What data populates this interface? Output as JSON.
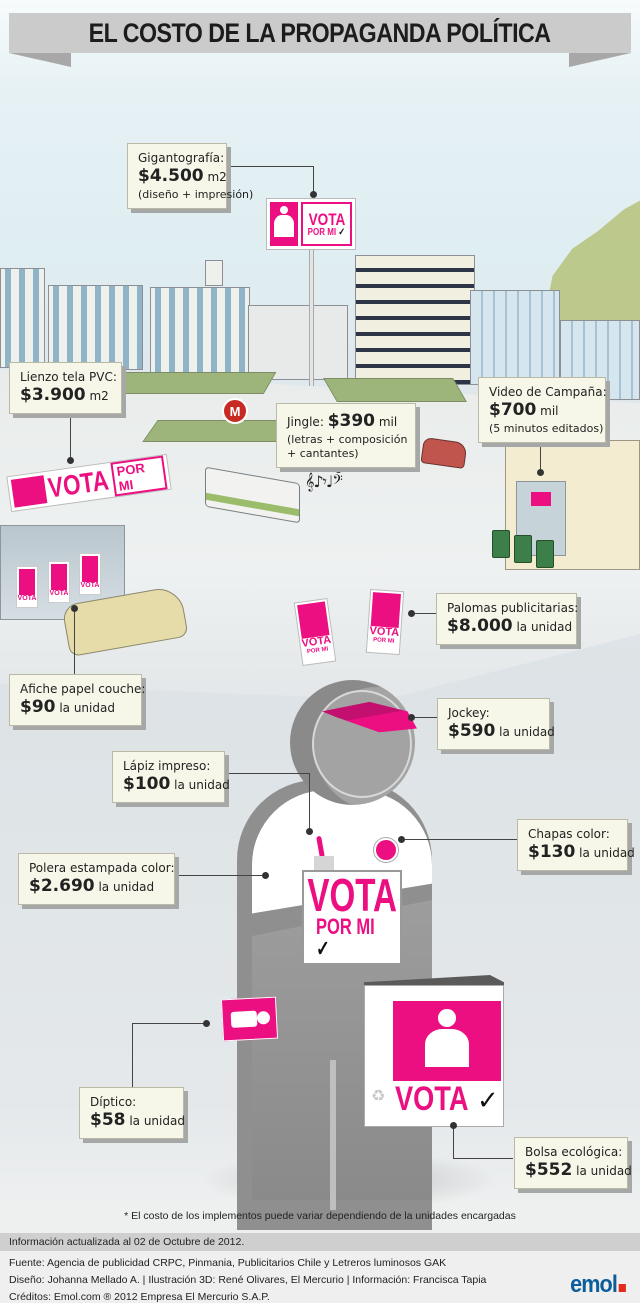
{
  "title": "EL COSTO DE LA PROPAGANDA POLÍTICA",
  "colors": {
    "accent_pink": "#ec0f82",
    "callout_bg": "#f7f7e9",
    "ribbon_bg": "#cbcbcb",
    "emol_blue": "#0b5d9b",
    "emol_red": "#e42a1d"
  },
  "signage": {
    "vota": "VOTA",
    "por_mi": "POR MI",
    "check": "✓"
  },
  "callouts": [
    {
      "id": "gigantografia",
      "label": "Gigantografía:",
      "price": "$4.500",
      "unit": "m2",
      "note": "(diseño + impresión)"
    },
    {
      "id": "lienzo",
      "label": "Lienzo tela PVC:",
      "price": "$3.900",
      "unit": "m2",
      "note": ""
    },
    {
      "id": "jingle",
      "label": "Jingle:",
      "price": "$390",
      "unit": "mil",
      "note": "(letras + composición",
      "note2": "+ cantantes)"
    },
    {
      "id": "video",
      "label": "Video de Campaña:",
      "price": "$700",
      "unit": "mil",
      "note": "(5 minutos editados)"
    },
    {
      "id": "palomas",
      "label": "Palomas publicitarias:",
      "price": "$8.000",
      "unit": "la unidad"
    },
    {
      "id": "afiche",
      "label": "Afiche papel couche:",
      "price": "$90",
      "unit": "la unidad"
    },
    {
      "id": "jockey",
      "label": "Jockey:",
      "price": "$590",
      "unit": "la unidad"
    },
    {
      "id": "lapiz",
      "label": "Lápiz impreso:",
      "price": "$100",
      "unit": "la unidad"
    },
    {
      "id": "chapas",
      "label": "Chapas color:",
      "price": "$130",
      "unit": "la unidad"
    },
    {
      "id": "polera",
      "label": "Polera estampada color:",
      "price": "$2.690",
      "unit": "la unidad"
    },
    {
      "id": "diptico",
      "label": "Díptico:",
      "price": "$58",
      "unit": "la unidad"
    },
    {
      "id": "bolsa",
      "label": "Bolsa ecológica:",
      "price": "$552",
      "unit": "la unidad"
    }
  ],
  "icons": {
    "metro": "M",
    "music_notes": "𝄞♪𝄾♩𝄢",
    "recycle": "♻"
  },
  "footer": {
    "disclaimer": "* El costo de los implementos puede variar dependiendo de la unidades encargadas",
    "updated": "Información actualizada al 02 de Octubre de 2012.",
    "source": "Fuente: Agencia de publicidad CRPC, Pinmania, Publicitarios Chile y Letreros luminosos GAK",
    "design": "Diseño: Johanna Mellado A.  | Ilustración 3D: René Olivares, El Mercurio |  Información: Francisca Tapia",
    "credits": "Créditos: Emol.com  ®  2012 Empresa El Mercurio S.A.P.",
    "logo": "emol"
  }
}
